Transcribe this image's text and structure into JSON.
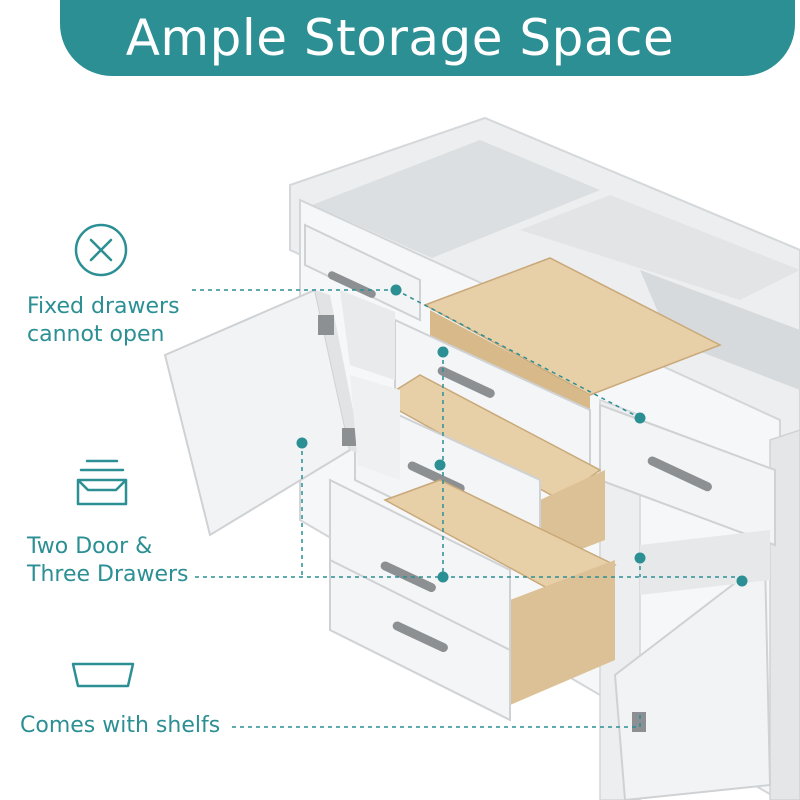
{
  "header": {
    "title": "Ample Storage Space"
  },
  "features": [
    {
      "icon": "close-circle-icon",
      "label_line1": "Fixed drawers",
      "label_line2": "cannot open"
    },
    {
      "icon": "stacked-trays-icon",
      "label_line1": "Two Door &",
      "label_line2": "Three Drawers"
    },
    {
      "icon": "shelf-tray-icon",
      "label": "Comes with shelfs"
    }
  ],
  "colors": {
    "accent": "#2b8f94",
    "background": "#ffffff",
    "cabinet": "#f3f4f5",
    "wood": "#e7cfa7"
  }
}
